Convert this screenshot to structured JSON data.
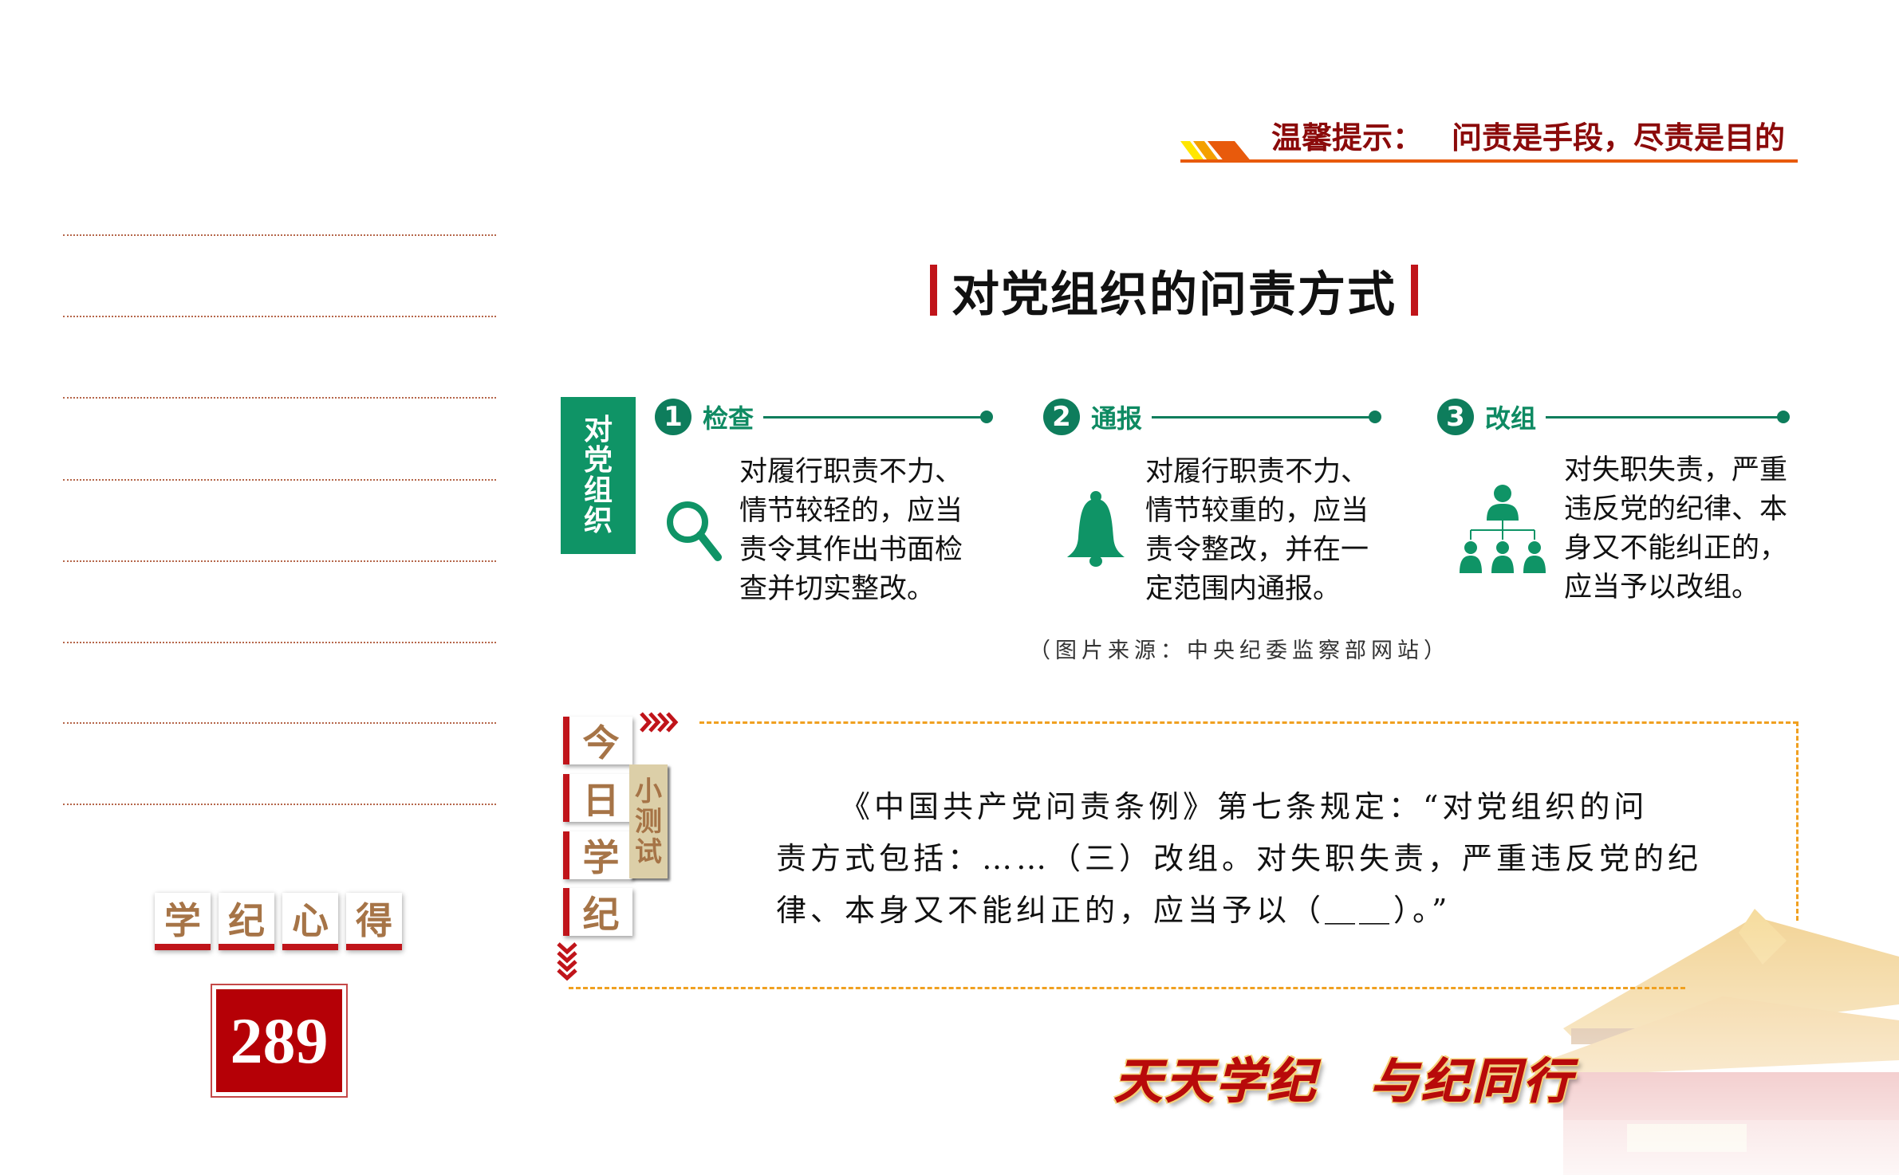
{
  "tip": {
    "label": "温馨提示：",
    "text": "问责是手段，尽责是目的"
  },
  "title": "对党组织的问责方式",
  "side_label": [
    "对",
    "党",
    "组",
    "织"
  ],
  "steps": [
    {
      "num": "1",
      "label": "检查",
      "icon": "magnifier-icon",
      "lines": [
        "对履行职责不力、",
        "情节较轻的，应当",
        "责令其作出书面检",
        "查并切实整改。"
      ]
    },
    {
      "num": "2",
      "label": "通报",
      "icon": "bell-icon",
      "lines": [
        "对履行职责不力、",
        "情节较重的，应当",
        "责令整改，并在一",
        "定范围内通报。"
      ]
    },
    {
      "num": "3",
      "label": "改组",
      "icon": "org-chart-icon",
      "lines": [
        "对失职失责，严重",
        "违反党的纪律、本",
        "身又不能纠正的，",
        "应当予以改组。"
      ]
    }
  ],
  "source": "（图片来源：中央纪委监察部网站）",
  "quiz": {
    "tiles": [
      "今",
      "日",
      "学",
      "纪"
    ],
    "small_tiles": [
      "小",
      "测",
      "试"
    ],
    "lines": [
      "《中国共产党问责条例》第七条规定：“对党组织的问",
      "责方式包括：……（三）改组。对失职失责，严重违反党的纪",
      "律、本身又不能纠正的，应当予以（＿＿）。”"
    ]
  },
  "notes": {
    "tiles": [
      "学",
      "纪",
      "心",
      "得"
    ],
    "number": "289"
  },
  "slogan": {
    "left": "天天学纪",
    "right": "与纪同行"
  },
  "colors": {
    "green": "#0f9466",
    "red": "#c0141a",
    "brown": "#a67447",
    "orange": "#f0a020"
  }
}
